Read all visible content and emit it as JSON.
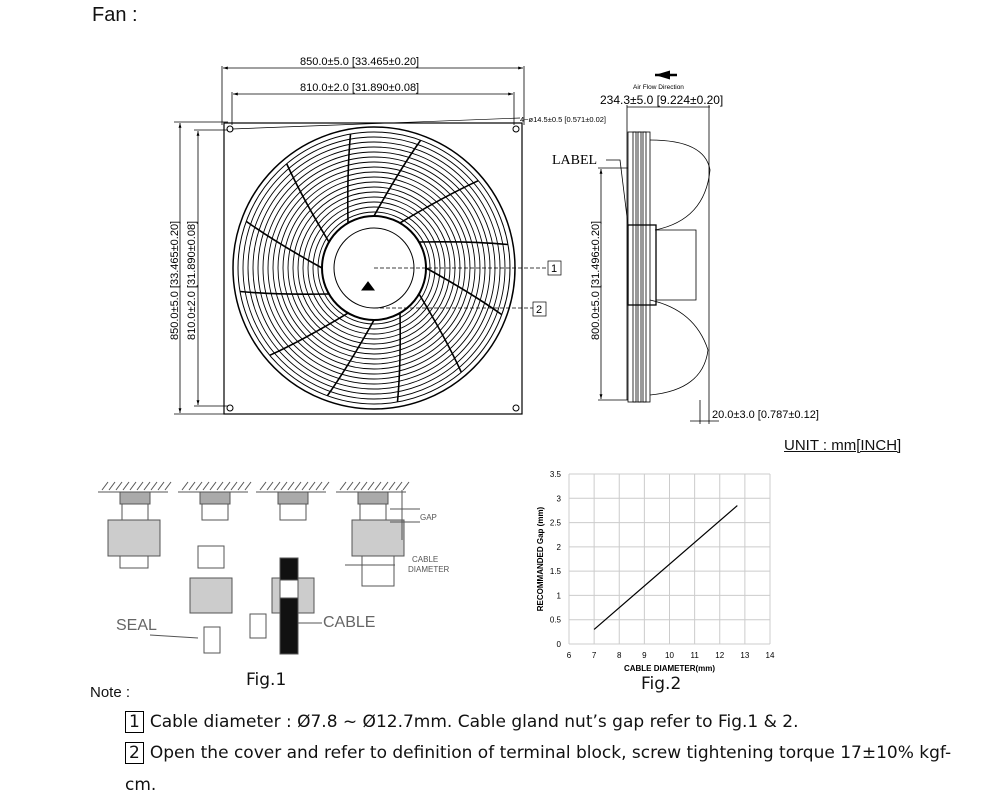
{
  "title": "Fan :",
  "drawing": {
    "dim_top_outer": "850.0±5.0  [33.465±0.20]",
    "dim_top_inner": "810.0±2.0  [31.890±0.08]",
    "dim_left_outer": "850.0±5.0  [33.465±0.20]",
    "dim_left_inner": "810.0±2.0  [31.890±0.08]",
    "hole_spec": "4−ø14.5±0.5  [0.571±0.02]",
    "airflow": "Air Flow Direction",
    "dim_depth": "234.3±5.0  [9.224±0.20]",
    "label": "LABEL",
    "dim_side_height": "800.0±5.0  [31.496±0.20]",
    "dim_offset": "20.0±3.0  [0.787±0.12]",
    "callout_1": "1",
    "callout_2": "2"
  },
  "unit": "UNIT : mm[INCH]",
  "fig1": {
    "caption": "Fig.1",
    "gap": "GAP",
    "cable_diameter_1": "CABLE",
    "cable_diameter_2": "DIAMETER",
    "seal": "SEAL",
    "cable": "CABLE"
  },
  "chart_data": {
    "type": "line",
    "title": "",
    "caption": "Fig.2",
    "xlabel": "CABLE DIAMETER(mm)",
    "ylabel": "RECOMMANDED Gap (mm)",
    "xlim": [
      6,
      14
    ],
    "ylim": [
      0,
      3.5
    ],
    "xticks": [
      "6",
      "7",
      "8",
      "9",
      "10",
      "11",
      "12",
      "13",
      "14"
    ],
    "yticks": [
      "0",
      "0.5",
      "1",
      "1.5",
      "2",
      "2.5",
      "3",
      "3.5"
    ],
    "grid": true,
    "series": [
      {
        "name": "Gap",
        "x": [
          7,
          12.7
        ],
        "y": [
          0.3,
          2.85
        ]
      }
    ]
  },
  "notes": {
    "label": "Note :",
    "items": [
      {
        "num": "1",
        "text": "Cable diameter : Ø7.8 ~ Ø12.7mm. Cable gland nut’s gap refer to Fig.1 & 2."
      },
      {
        "num": "2",
        "text": "Open the cover and refer to definition of terminal block, screw tightening torque 17±10% kgf-"
      }
    ],
    "continuation": "cm."
  }
}
